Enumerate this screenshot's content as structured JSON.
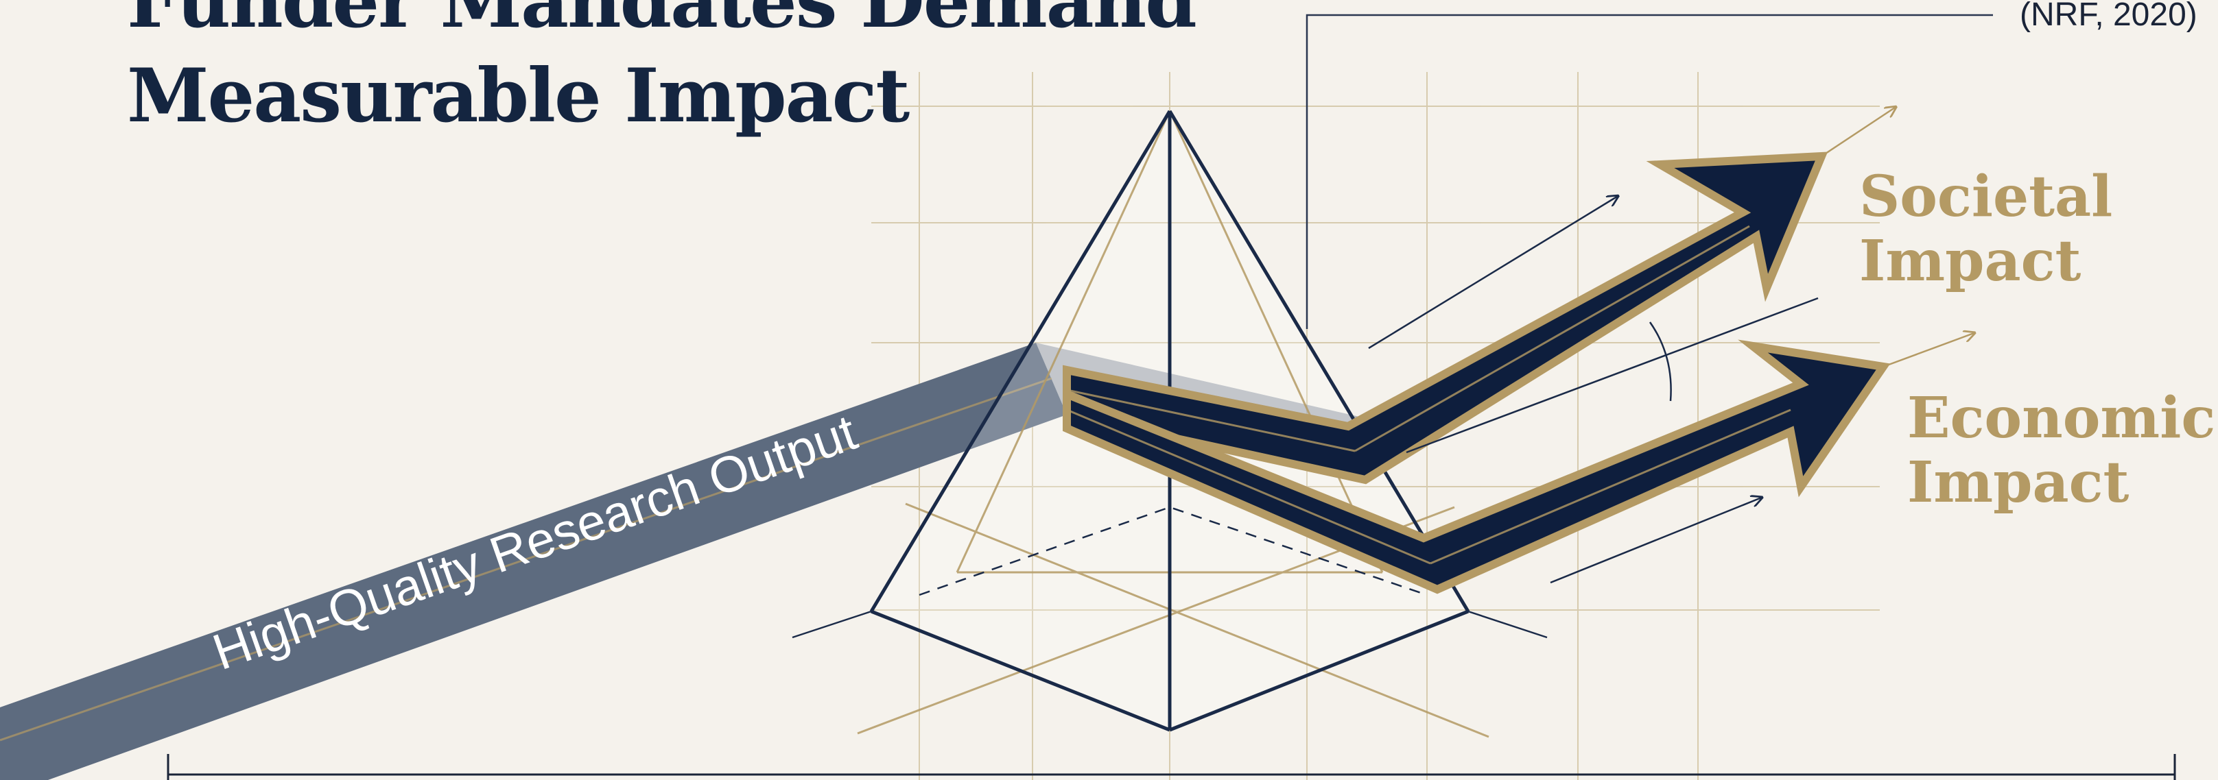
{
  "title": {
    "line1": "Funder Mandates Demand",
    "line2": "Measurable Impact"
  },
  "citation": "(NRF, 2020)",
  "input_band": {
    "label": "High-Quality Research Output"
  },
  "outputs": {
    "societal": {
      "line1": "Societal",
      "line2": "Impact"
    },
    "economic": {
      "line1": "Economic",
      "line2": "Impact"
    }
  },
  "colors": {
    "background": "#f5f2ec",
    "navy": "#142540",
    "gold": "#b49a64",
    "slate_band": "#5d6b7f"
  }
}
